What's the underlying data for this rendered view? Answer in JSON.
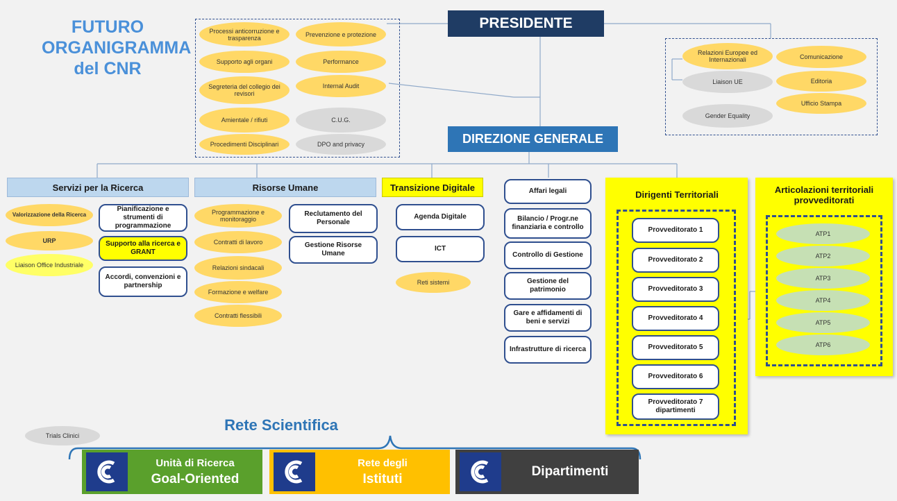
{
  "title": [
    "FUTURO",
    "ORGANIGRAMMA",
    "del CNR"
  ],
  "president": "PRESIDENTE",
  "direzione": "DIREZIONE GENERALE",
  "staff_dg": [
    {
      "label": "Processi anticorruzione e trasparenza",
      "color": "yellow"
    },
    {
      "label": "Prevenzione e protezione",
      "color": "yellow"
    },
    {
      "label": "Supporto agli organi",
      "color": "yellow"
    },
    {
      "label": "Performance",
      "color": "yellow"
    },
    {
      "label": "Segreteria del collegio dei revisori",
      "color": "yellow"
    },
    {
      "label": "Internal Audit",
      "color": "yellow"
    },
    {
      "label": "Amientale / rifiuti",
      "color": "yellow"
    },
    {
      "label": "C.U.G.",
      "color": "gray"
    },
    {
      "label": "Procedimenti Disciplinari",
      "color": "yellow"
    },
    {
      "label": "DPO and privacy",
      "color": "gray"
    }
  ],
  "staff_pres": [
    {
      "label": "Relazioni Europee ed Internazionali",
      "color": "yellow"
    },
    {
      "label": "Comunicazione",
      "color": "yellow"
    },
    {
      "label": "Liaison UE",
      "color": "gray"
    },
    {
      "label": "Editoria",
      "color": "yellow"
    },
    {
      "label": "Ufficio Stampa",
      "color": "yellow"
    },
    {
      "label": "Gender Equality",
      "color": "gray"
    }
  ],
  "sections": {
    "servizi": "Servizi per la Ricerca",
    "risorse": "Risorse Umane",
    "transizione": "Transizione Digitale"
  },
  "servizi_ellipses": [
    "Valorizzazione della Ricerca",
    "URP",
    "Liaison Office Industriale"
  ],
  "servizi_boxes": [
    "Pianificazione e strumenti di programmazione",
    "Supporto alla ricerca e GRANT",
    "Accordi, convenzioni e partnership"
  ],
  "risorse_ellipses": [
    "Programmazione e monitoraggio",
    "Contratti di lavoro",
    "Relazioni sindacali",
    "Formazione e welfare",
    "Contratti flessibili"
  ],
  "risorse_boxes": [
    "Reclutamento del Personale",
    "Gestione Risorse Umane"
  ],
  "transizione_boxes": [
    "Agenda Digitale",
    "ICT"
  ],
  "transizione_ellipse": "Reti sistemi",
  "other_boxes": [
    "Affari legali",
    "Bilancio / Progr.ne finanziaria e controllo",
    "Controllo di Gestione",
    "Gestione del patrimonio",
    "Gare e affidamenti di beni e servizi",
    "Infrastrutture di ricerca"
  ],
  "dirigenti": {
    "title": "Dirigenti Territoriali",
    "items": [
      "Provveditorato 1",
      "Provveditorato 2",
      "Provveditorato 3",
      "Provveditorato 4",
      "Provveditorato 5",
      "Provveditorato 6",
      "Provveditorato 7 dipartimenti"
    ]
  },
  "articolazioni": {
    "title": "Articolazioni territoriali provveditorati",
    "items": [
      "ATP1",
      "ATP2",
      "ATP3",
      "ATP4",
      "ATP5",
      "ATP6"
    ]
  },
  "rete": {
    "title": "Rete Scientifica",
    "trials": "Trials Clinici",
    "units": [
      {
        "line1": "Unità di Ricerca",
        "line2": "Goal-Oriented",
        "color": "#5aa02c"
      },
      {
        "line1": "Rete degli",
        "line2": "Istituti",
        "color": "#ffc000"
      },
      {
        "line1": "",
        "line2": "Dipartimenti",
        "color": "#404040"
      }
    ]
  },
  "colors": {
    "header_dark": "#1f3c64",
    "header_blue": "#2e75b6",
    "yellow_panel": "#ffff00",
    "ellipse_yellow": "#ffd866"
  }
}
